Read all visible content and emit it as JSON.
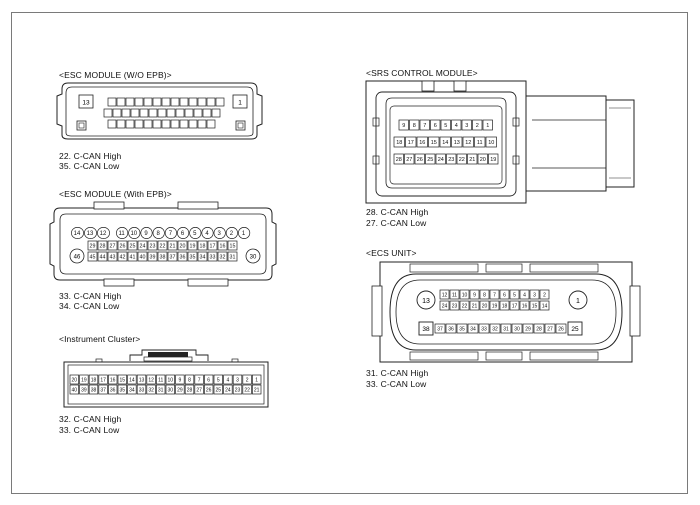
{
  "esc_wo_epb": {
    "title": "<ESC MODULE (W/O EPB)>",
    "corner_left": "13",
    "corner_right": "1",
    "notes": [
      "22. C-CAN High",
      "35. C-CAN Low"
    ]
  },
  "esc_with_epb": {
    "title": "<ESC MODULE (With EPB)>",
    "row1": [
      "14",
      "13",
      "12",
      "11",
      "10",
      "9",
      "8",
      "7",
      "6",
      "5",
      "4",
      "3",
      "2",
      "1"
    ],
    "row2": [
      "29",
      "28",
      "27",
      "26",
      "25",
      "24",
      "23",
      "22",
      "21",
      "20",
      "19",
      "18",
      "17",
      "16",
      "15"
    ],
    "row3": [
      "46",
      "45",
      "44",
      "43",
      "42",
      "41",
      "40",
      "39",
      "38",
      "37",
      "36",
      "35",
      "34",
      "33",
      "32",
      "31",
      "30"
    ],
    "notes": [
      "33. C-CAN High",
      "34. C-CAN Low"
    ]
  },
  "instrument_cluster": {
    "title": "<Instrument Cluster>",
    "row1": [
      "20",
      "19",
      "18",
      "17",
      "16",
      "15",
      "14",
      "13",
      "12",
      "11",
      "10",
      "9",
      "8",
      "7",
      "6",
      "5",
      "4",
      "3",
      "2",
      "1"
    ],
    "row2": [
      "40",
      "39",
      "38",
      "37",
      "36",
      "35",
      "34",
      "33",
      "32",
      "31",
      "30",
      "29",
      "28",
      "27",
      "26",
      "25",
      "24",
      "23",
      "22",
      "21"
    ],
    "notes": [
      "32. C-CAN High",
      "33. C-CAN Low"
    ]
  },
  "srs_module": {
    "title": "<SRS CONTROL MODULE>",
    "row1": [
      "9",
      "8",
      "7",
      "6",
      "5",
      "4",
      "3",
      "2",
      "1"
    ],
    "row2": [
      "18",
      "17",
      "16",
      "15",
      "14",
      "13",
      "12",
      "11",
      "10"
    ],
    "row3": [
      "28",
      "27",
      "26",
      "25",
      "24",
      "23",
      "22",
      "21",
      "20",
      "19"
    ],
    "notes": [
      "28. C-CAN High",
      "27. C-CAN Low"
    ]
  },
  "ecs_unit": {
    "title": "<ECS UNIT>",
    "big_top_left": "13",
    "big_top_right": "1",
    "row1": [
      "12",
      "11",
      "10",
      "9",
      "8",
      "7",
      "6",
      "5",
      "4",
      "3",
      "2"
    ],
    "row2": [
      "24",
      "23",
      "22",
      "21",
      "20",
      "19",
      "18",
      "17",
      "16",
      "15",
      "14"
    ],
    "big_bottom_left": "38",
    "row3": [
      "37",
      "36",
      "35",
      "34",
      "33",
      "32",
      "31",
      "30",
      "29",
      "28",
      "27",
      "26"
    ],
    "big_bottom_right": "25",
    "notes": [
      "31. C-CAN High",
      "33. C-CAN Low"
    ]
  }
}
